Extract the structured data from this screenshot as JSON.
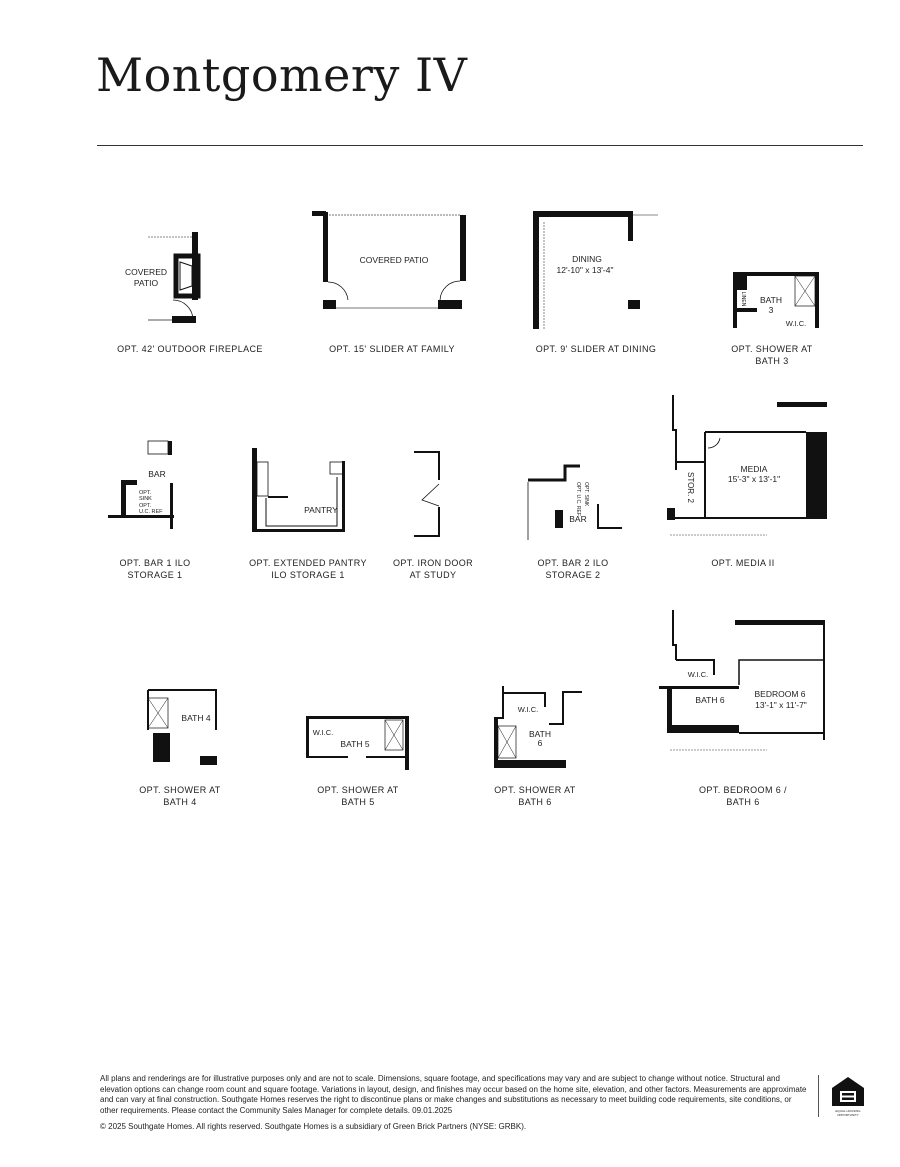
{
  "title": "Montgomery IV",
  "options": [
    {
      "caption_lines": [
        "OPT. 42' OUTDOOR FIREPLACE"
      ],
      "labels": [
        "COVERED",
        "PATIO"
      ]
    },
    {
      "caption_lines": [
        "OPT. 15' SLIDER AT FAMILY"
      ],
      "labels": [
        "COVERED PATIO"
      ]
    },
    {
      "caption_lines": [
        "OPT. 9' SLIDER AT DINING"
      ],
      "labels": [
        "DINING",
        "12'-10\" x 13'-4\""
      ]
    },
    {
      "caption_lines": [
        "OPT. SHOWER AT",
        "BATH 3"
      ],
      "labels": [
        "BATH",
        "3",
        "W.I.C.",
        "LINEN"
      ]
    },
    {
      "caption_lines": [
        "OPT. BAR 1 ILO",
        "STORAGE 1"
      ],
      "labels": [
        "BAR",
        "OPT.",
        "SINK",
        "OPT.",
        "U.C. REF"
      ]
    },
    {
      "caption_lines": [
        "OPT. EXTENDED PANTRY",
        "ILO STORAGE 1"
      ],
      "labels": [
        "PANTRY"
      ]
    },
    {
      "caption_lines": [
        "OPT. IRON DOOR",
        "AT STUDY"
      ],
      "labels": []
    },
    {
      "caption_lines": [
        "OPT. BAR 2 ILO",
        "STORAGE 2"
      ],
      "labels": [
        "BAR",
        "OPT. SINK",
        "OPT. U.C. REF"
      ]
    },
    {
      "caption_lines": [
        "OPT. MEDIA II"
      ],
      "labels": [
        "MEDIA",
        "15'-3\" x 13'-1\"",
        "STOR. 2"
      ]
    },
    {
      "caption_lines": [
        "OPT. SHOWER AT",
        "BATH 4"
      ],
      "labels": [
        "BATH 4"
      ]
    },
    {
      "caption_lines": [
        "OPT. SHOWER AT",
        "BATH 5"
      ],
      "labels": [
        "W.I.C.",
        "BATH 5"
      ]
    },
    {
      "caption_lines": [
        "OPT. SHOWER AT",
        "BATH 6"
      ],
      "labels": [
        "W.I.C.",
        "BATH",
        "6"
      ]
    },
    {
      "caption_lines": [
        "OPT. BEDROOM 6 /",
        "BATH 6"
      ],
      "labels": [
        "W.I.C.",
        "BATH 6",
        "BEDROOM 6",
        "13'-1\" x 11'-7\""
      ]
    }
  ],
  "footer": {
    "disclaimer": "All plans and renderings are for illustrative purposes only and are not to scale. Dimensions, square footage, and specifications may vary and are subject to change without notice. Structural and elevation options can change room count and square footage. Variations in layout, design, and finishes may occur based on the home site, elevation, and other factors. Measurements are approximate and can vary at final construction. Southgate Homes reserves the right to discontinue plans or make changes and substitutions as necessary to meet building code requirements, site conditions, or other requirements. Please contact the Community Sales Manager for complete details. 09.01.2025",
    "copyright": "© 2025 Southgate Homes. All rights reserved. Southgate Homes is a subsidiary of Green Brick Partners (NYSE: GRBK).",
    "logo_text": "EQUAL HOUSING OPPORTUNITY"
  }
}
